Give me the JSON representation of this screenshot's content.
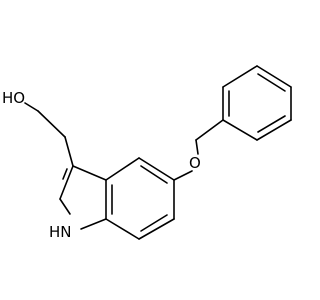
{
  "molecule": {
    "labels": {
      "hydroxyl": "HO",
      "ether_oxygen": "O",
      "indole_nh": "HN"
    },
    "colors": {
      "bond": "#000000",
      "text": "#000000",
      "background": "#ffffff"
    }
  }
}
